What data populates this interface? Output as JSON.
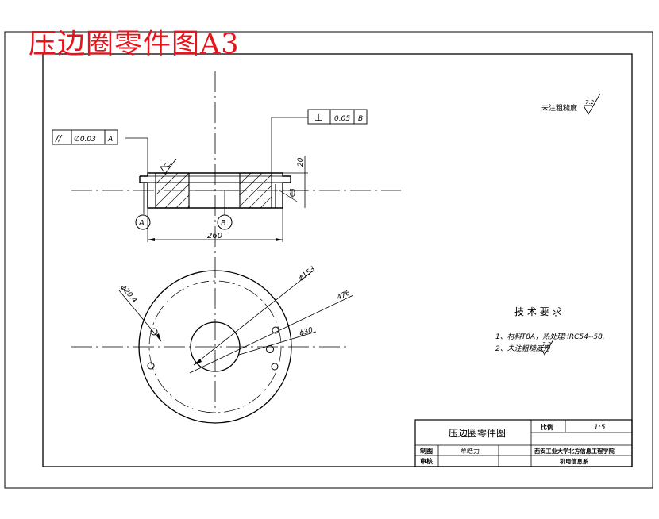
{
  "red_title": "压边圈零件图A3",
  "colors": {
    "ink": "#000000",
    "red_title": "#e8141c",
    "paper": "#ffffff"
  },
  "surface_finish_note": {
    "text": "未注粗糙度",
    "value": "7.2"
  },
  "top_roughness_value": "7.2",
  "fcf_parallel": {
    "symbol": "//",
    "tolerance": "∅0.03",
    "datum": "A"
  },
  "fcf_perpendicular": {
    "symbol": "⊥",
    "tolerance": "0.05",
    "datum": "B"
  },
  "datum_labels": [
    "A",
    "B"
  ],
  "dimensions": {
    "overall_width": "260",
    "height": "20",
    "chamfer": "C3",
    "outer_dia": "ϕ153",
    "bolt_circle": "476",
    "hole_dia": "ϕ20.4",
    "inner_dia": "ϕ30"
  },
  "tech_requirements": {
    "heading": "技 术 要 求",
    "line1": "1、材料T8A，热处理HRC54--58.",
    "line2": "2、未注粗糙度为",
    "line2_value": "7.2"
  },
  "title_block": {
    "part_name": "压边圈零件图",
    "scale_label": "比例",
    "scale_value": "1:5",
    "drawn_label": "制图",
    "drawn_name": "牟皓力",
    "checked_label": "审核",
    "org_line1": "西安工业大学北方信息工程学院",
    "org_line2": "机电信息系"
  }
}
